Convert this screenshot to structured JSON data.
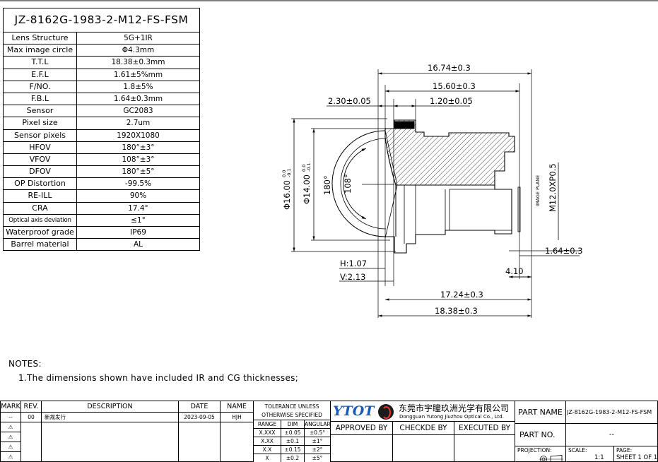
{
  "spec_table": {
    "title": "JZ-8162G-1983-2-M12-FS-FSM",
    "rows": [
      {
        "key": "Lens Structure",
        "value": "5G+1IR"
      },
      {
        "key": "Max image circle",
        "value": "Φ4.3mm"
      },
      {
        "key": "T.T.L",
        "value": "18.38±0.3mm"
      },
      {
        "key": "E.F.L",
        "value": "1.61±5%mm"
      },
      {
        "key": "F/NO.",
        "value": "1.8±5%"
      },
      {
        "key": "F.B.L",
        "value": "1.64±0.3mm"
      },
      {
        "key": "Sensor",
        "value": "GC2083"
      },
      {
        "key": "Pixel size",
        "value": "2.7um"
      },
      {
        "key": "Sensor pixels",
        "value": "1920X1080"
      },
      {
        "key": "HFOV",
        "value": "180°±3°"
      },
      {
        "key": "VFOV",
        "value": "108°±3°"
      },
      {
        "key": "DFOV",
        "value": "180°±5°"
      },
      {
        "key": "OP Distortion",
        "value": "-99.5%"
      },
      {
        "key": "RE-ILL",
        "value": "90%"
      },
      {
        "key": "CRA",
        "value": "17.4°"
      },
      {
        "key": "Optical axis deviation",
        "value": "≤1°"
      },
      {
        "key": "Waterproof grade",
        "value": "IP69"
      },
      {
        "key": "Barrel material",
        "value": "AL"
      }
    ]
  },
  "drawing": {
    "dims": {
      "d1674": "16.74±0.3",
      "d1560": "15.60±0.3",
      "d230": "2.30±0.05",
      "d120": "1.20±0.05",
      "phi16": "Φ16.00",
      "phi16_tol_up": "0.0",
      "phi16_tol_dn": "-0.1",
      "phi14": "Φ14.00",
      "phi14_tol_up": "0.0",
      "phi14_tol_dn": "-0.1",
      "ang180": "180°",
      "ang108": "108°",
      "thread": "M12.0XP0.5",
      "image_plane": "IMAGE PLANE",
      "d164": "1.64±0.3",
      "d410": "4.10",
      "h": "H:1.07",
      "v": "V:2.13",
      "d1724": "17.24±0.3",
      "d1838": "18.38±0.3"
    }
  },
  "notes": {
    "heading": "NOTES:",
    "item1": "1.The dimensions shown have included IR and CG thicknesses;"
  },
  "title_block": {
    "headers": {
      "mark": "MARK",
      "rev": "REV.",
      "desc": "DESCRIPTION",
      "date": "DATE",
      "name": "NAME"
    },
    "row1": {
      "mark": "--",
      "rev": "00",
      "desc": "新规发行",
      "date": "2023-09-05",
      "name": "HJH"
    },
    "rev_marks": [
      "⚠",
      "⚠",
      "⚠",
      "⚠"
    ],
    "tolerance": {
      "title1": "TOLERANCE UNLESS",
      "title2": "OTHERWISE SPECIFIED",
      "h_range": "RANGE",
      "h_dim": "DIM",
      "h_ang": "ANGULAR",
      "rows": [
        {
          "range": "X.XXX",
          "dim": "±0.05",
          "ang": "±0.5°"
        },
        {
          "range": "X.XX",
          "dim": "±0.1",
          "ang": "±1°"
        },
        {
          "range": "X.X",
          "dim": "±0.15",
          "ang": "±2°"
        },
        {
          "range": "X",
          "dim": "±0.2",
          "ang": "±5°"
        }
      ]
    },
    "company": {
      "logo": "YTOT",
      "cn": "东莞市宇瞳玖洲光学有限公司",
      "en": "Dongguan Yutong Jiuzhou Optical Co., Ltd."
    },
    "approved_by": "APPROVED BY",
    "checked_by": "CHECKDE BY",
    "executed_by": "EXECUTED BY",
    "part_name_label": "PART NAME",
    "part_name": "JZ-8162G-1983-2-M12-FS-FSM",
    "part_no_label": "PART NO.",
    "part_no": "--",
    "projection_label": "PROJECTION:",
    "scale_label": "SCALE:",
    "scale": "1:1",
    "page_label": "PAGE:",
    "page": "SHEET 1 OF 1"
  }
}
